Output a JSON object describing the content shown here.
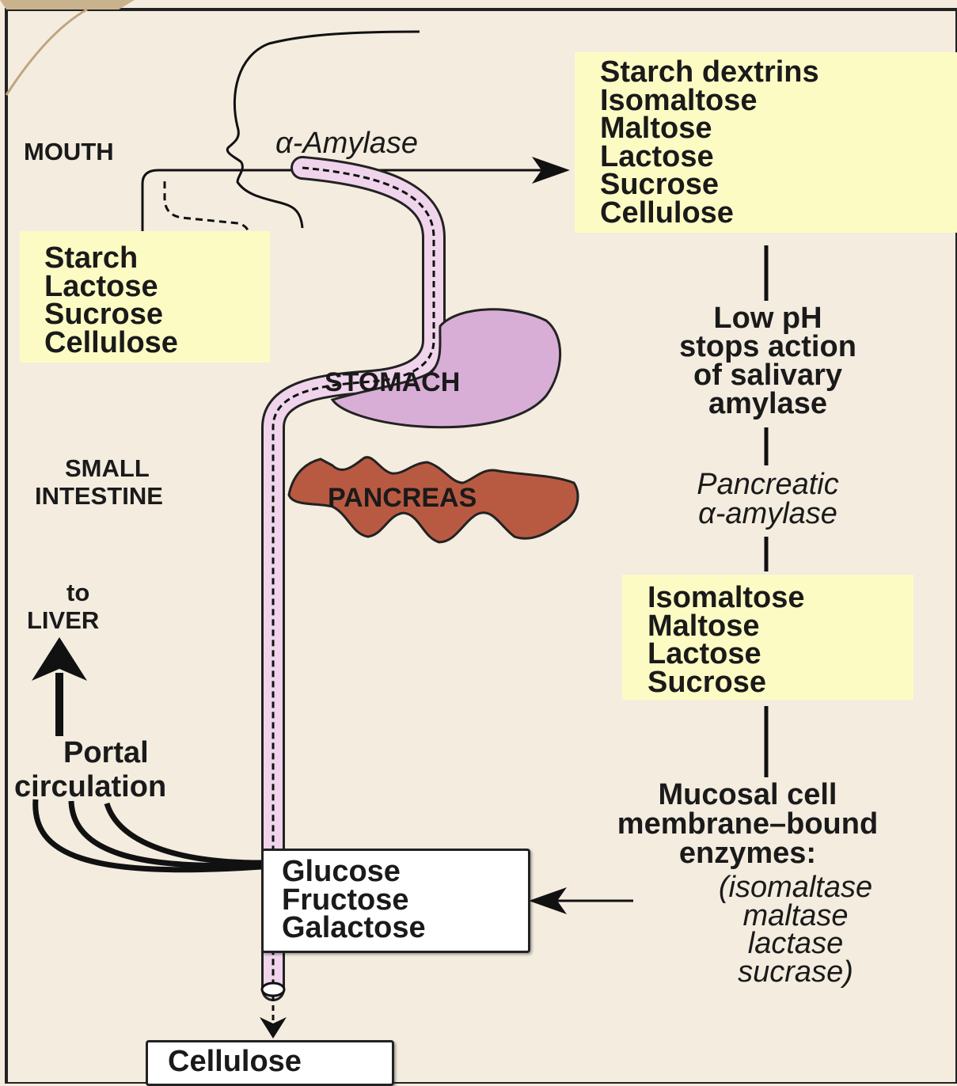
{
  "labels": {
    "mouth": "MOUTH",
    "amylase": "α-Amylase",
    "stomach": "STOMACH",
    "small_intestine_1": "SMALL",
    "small_intestine_2": "INTESTINE",
    "pancreas": "PANCREAS",
    "to": "to",
    "liver": "LIVER",
    "portal_1": "Portal",
    "portal_2": "circulation"
  },
  "mouth_products": [
    "Starch dextrins",
    "Isomaltose",
    "Maltose",
    "Lactose",
    "Sucrose",
    "Cellulose"
  ],
  "ingested": [
    "Starch",
    "Lactose",
    "Sucrose",
    "Cellulose"
  ],
  "low_ph": [
    "Low pH",
    "stops action",
    "of salivary",
    "amylase"
  ],
  "pancreatic_amylase": [
    "Pancreatic",
    "α-amylase"
  ],
  "intestine_products": [
    "Isomaltose",
    "Maltose",
    "Lactose",
    "Sucrose"
  ],
  "mucosal": [
    "Mucosal cell",
    "membrane–bound",
    "enzymes:"
  ],
  "enzymes": [
    "(isomaltase",
    "maltase",
    "lactase",
    "sucrase)"
  ],
  "monosaccharides": [
    "Glucose",
    "Fructose",
    "Galactose"
  ],
  "final": "Cellulose",
  "colors": {
    "background": "#f3ecdf",
    "highlight_box": "#fdfbc4",
    "gut_tube": "#efd4ec",
    "stomach": "#d8aed6",
    "pancreas": "#b85a42",
    "line": "#111111"
  }
}
